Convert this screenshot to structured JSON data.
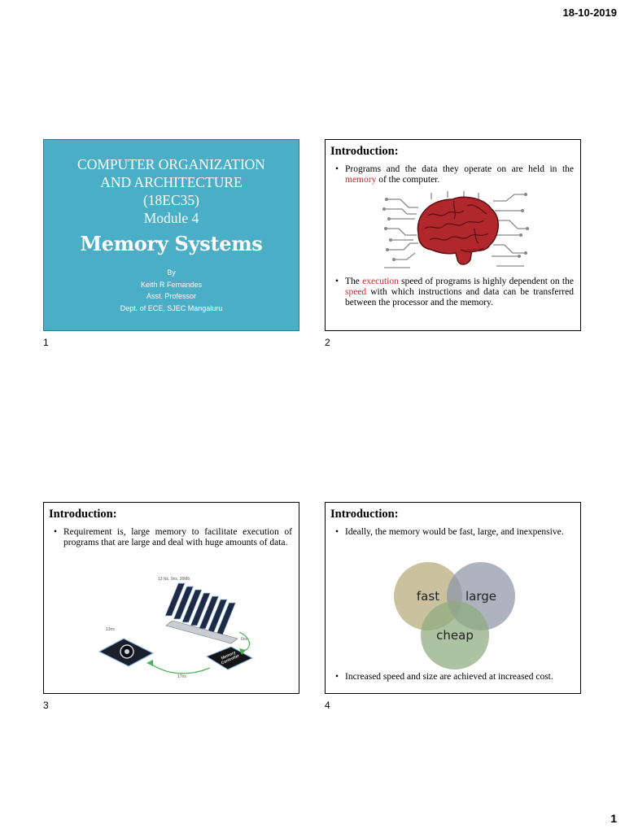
{
  "header": {
    "date": "18-10-2019"
  },
  "footer": {
    "page_number": "1"
  },
  "slides": [
    {
      "number": "1",
      "title_lines": [
        "COMPUTER ORGANIZATION",
        "AND ARCHITECTURE",
        "(18EC35)",
        "Module 4"
      ],
      "main_title": "Memory Systems",
      "by": "By",
      "author": "Keith R Fernandes",
      "position": "Asst. Professor",
      "dept": "Dept. of ECE, SJEC Mangaluru"
    },
    {
      "number": "2",
      "heading": "Introduction:",
      "bullet1_a": "Programs and the data they operate on are held in the ",
      "bullet1_red": "memory",
      "bullet1_b": " of the computer.",
      "bullet2_a": "The ",
      "bullet2_red1": "execution",
      "bullet2_b": " speed of programs is highly dependent on the ",
      "bullet2_red2": "speed",
      "bullet2_c": " with which instructions and data can be transferred between the processor and the memory."
    },
    {
      "number": "3",
      "heading": "Introduction:",
      "bullet1": "Requirement is, large memory to facilitate execution of programs that are large and deal with huge amounts of data.",
      "figure_labels": [
        "13 Ns, 9ns, 36Mb",
        "6ns",
        "13ns",
        "17ns"
      ],
      "controller_label_1": "Memory",
      "controller_label_2": "Controller"
    },
    {
      "number": "4",
      "heading": "Introduction:",
      "bullet1": "Ideally, the memory would be fast, large, and inexpensive.",
      "venn": [
        "fast",
        "large",
        "cheap"
      ],
      "bullet2": "Increased speed and size are achieved at increased cost."
    }
  ],
  "colors": {
    "title_slide_bg": "#4aaec7",
    "highlight": "#e0232b"
  }
}
